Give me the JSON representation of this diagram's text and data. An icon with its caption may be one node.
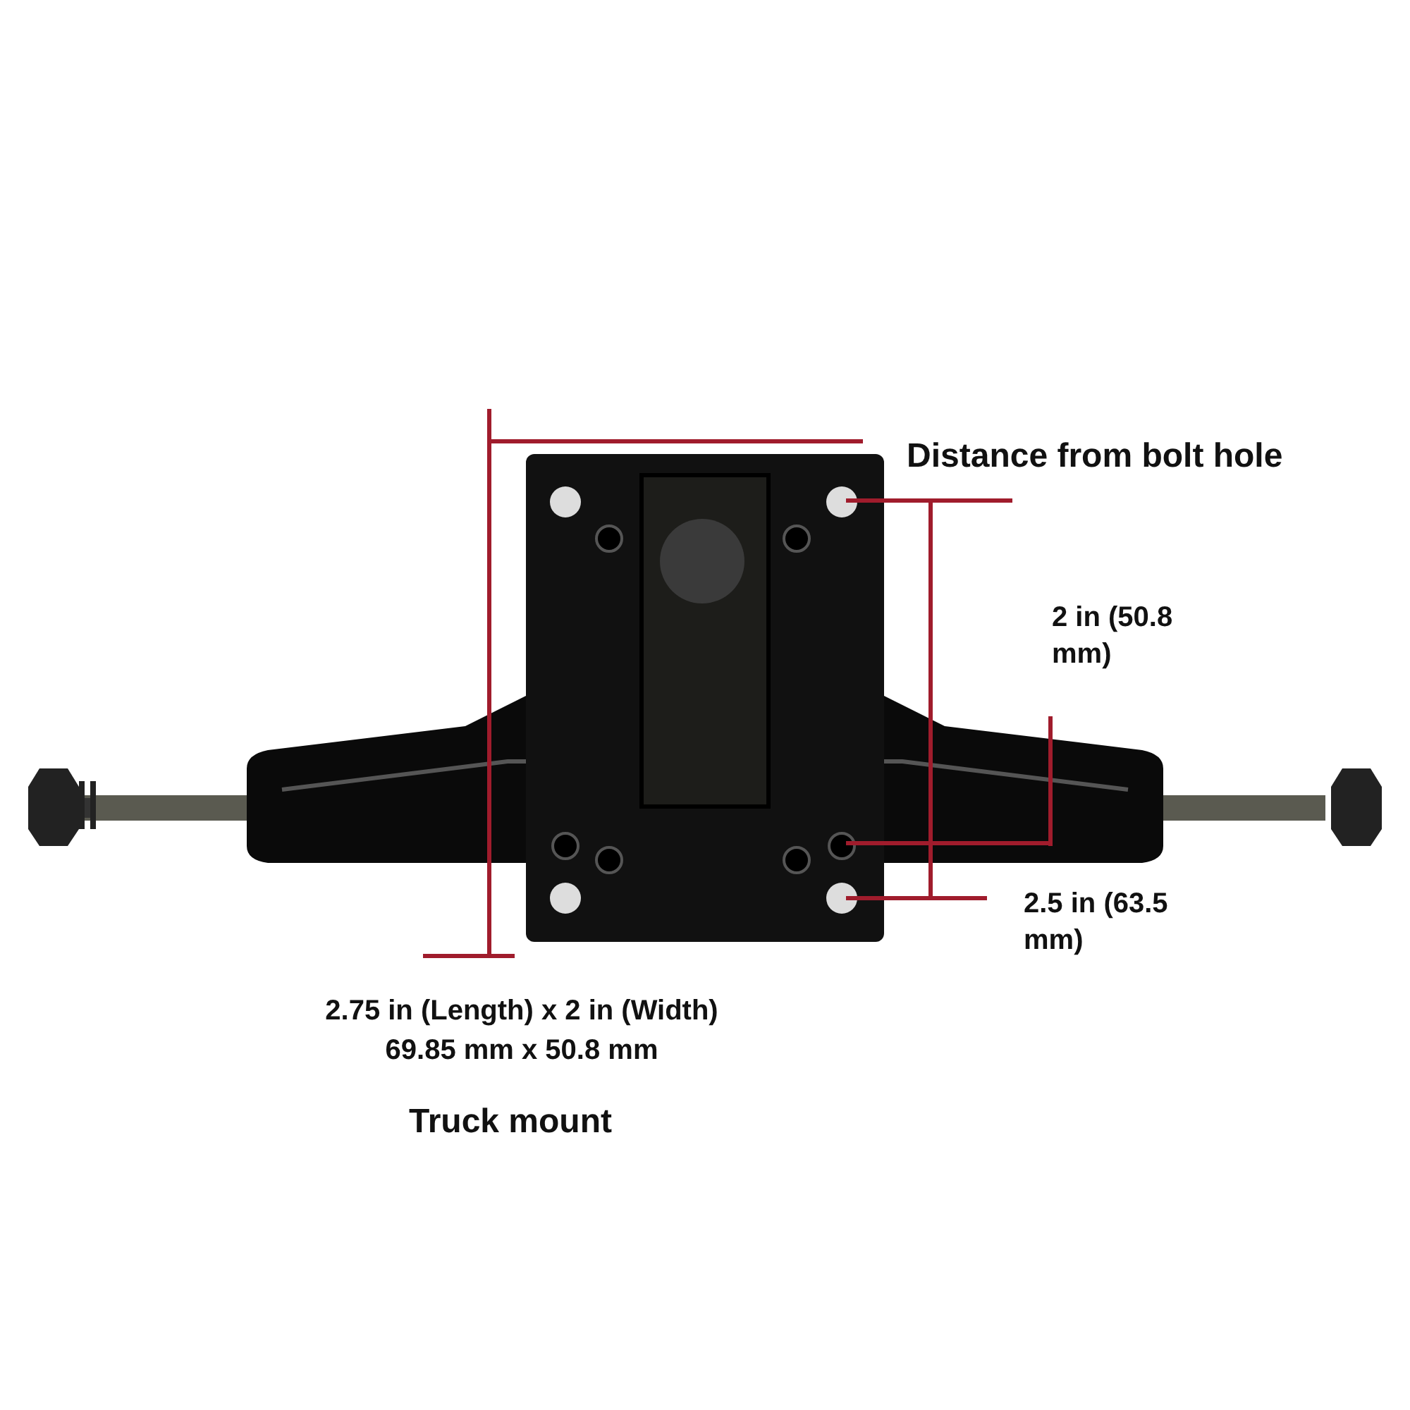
{
  "diagram": {
    "labels": [
      "Distance from bolt hole",
      "2 in (50.8 mm)",
      "2.5 in (63.5 mm)",
      "2.75 in (Length) x 2 in (Width)",
      "69.85 mm x 50.8 mm",
      "Truck mount"
    ]
  }
}
